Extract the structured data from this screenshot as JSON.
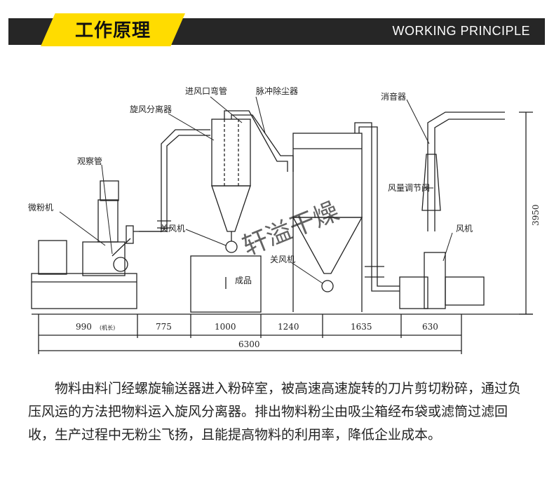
{
  "header": {
    "title": "工作原理",
    "subtitle": "WORKING PRINCIPLE"
  },
  "diagram": {
    "labels": {
      "inlet_elbow": "进风口弯管",
      "pulse_dust_collector": "脉冲除尘器",
      "cyclone_separator": "旋风分离器",
      "silencer": "消音器",
      "observation_pipe": "观察管",
      "volume_valve": "风量调节阀",
      "micro_mill": "微粉机",
      "closing_valve_1": "关风机",
      "closing_valve_2": "关风机",
      "product": "成品",
      "fan": "风机",
      "height": "3950"
    },
    "dimensions": [
      "990",
      "775",
      "1000",
      "1240",
      "1635",
      "630"
    ],
    "dimension_note": "(机长)",
    "total": "6300",
    "watermark": "轩溢干燥"
  },
  "description": "物料由料门经螺旋输送器进入粉碎室，被高速高速旋转的刀片剪切粉碎，通过负压风运的方法把物料运入旋风分离器。排出物料粉尘由吸尘箱经布袋或滤筒过滤回收，生产过程中无粉尘飞扬，且能提高物料的利用率，降低企业成本。"
}
